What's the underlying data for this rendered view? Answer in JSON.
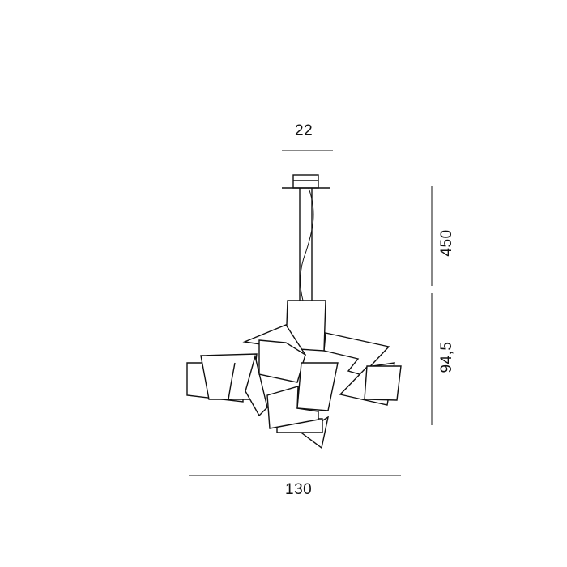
{
  "dimensions": {
    "canopy_width": "22",
    "cable_length": "450",
    "body_height": "94,5",
    "body_width": "130"
  },
  "colors": {
    "line": "#111111",
    "fill": "#ffffff"
  }
}
